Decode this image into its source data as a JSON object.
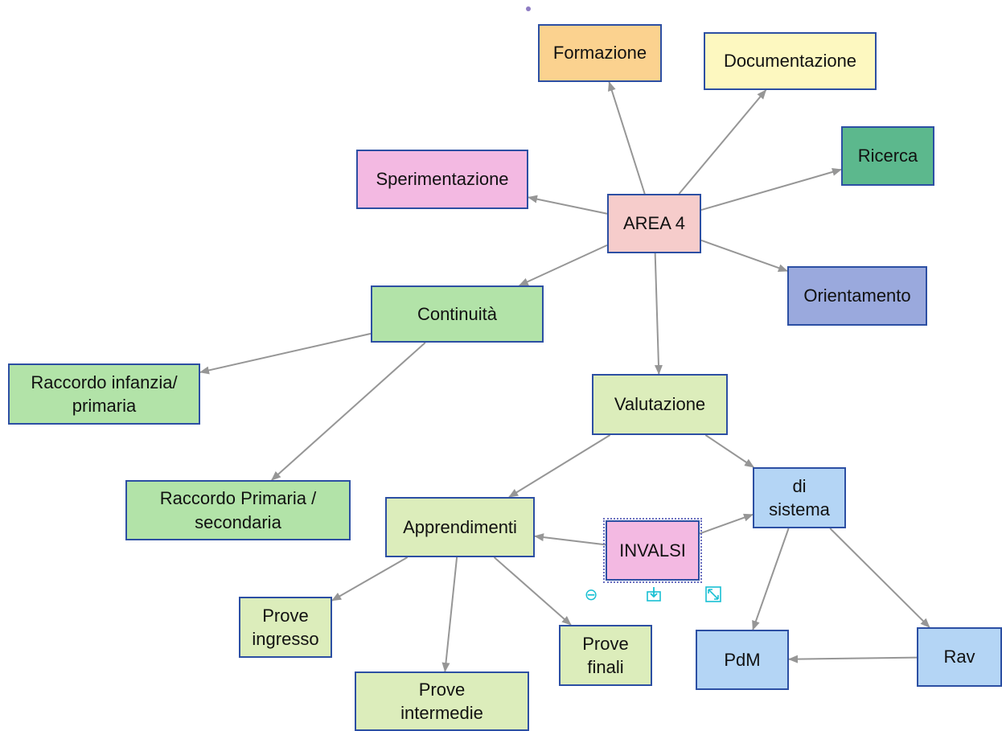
{
  "nodes": {
    "formazione": {
      "label": "Formazione",
      "color": "#fbd28f"
    },
    "documentazione": {
      "label": "Documentazione",
      "color": "#fdf8c0"
    },
    "ricerca": {
      "label": "Ricerca",
      "color": "#5cb88d"
    },
    "sperimentazione": {
      "label": "Sperimentazione",
      "color": "#f3b9e2"
    },
    "area4": {
      "label": "AREA 4",
      "color": "#f6cccb"
    },
    "orientamento": {
      "label": "Orientamento",
      "color": "#9aa9dd"
    },
    "continuita": {
      "label": "Continuità",
      "color": "#b2e3a8"
    },
    "raccordo_inf": {
      "label": "Raccordo infanzia/ primaria",
      "color": "#b2e3a8"
    },
    "raccordo_prim": {
      "label": "Raccordo Primaria / secondaria",
      "color": "#b2e3a8"
    },
    "valutazione": {
      "label": "Valutazione",
      "color": "#dcedbb"
    },
    "apprendimenti": {
      "label": "Apprendimenti",
      "color": "#dcedbb"
    },
    "invalsi": {
      "label": "INVALSI",
      "color": "#f3b9e2"
    },
    "di_sistema": {
      "label": "di sistema",
      "color": "#b4d5f5"
    },
    "prove_ingresso": {
      "label": "Prove ingresso",
      "color": "#dcedbb"
    },
    "prove_intermedie": {
      "label": "Prove intermedie",
      "color": "#dcedbb"
    },
    "prove_finali": {
      "label": "Prove finali",
      "color": "#dcedbb"
    },
    "pdm": {
      "label": "PdM",
      "color": "#b4d5f5"
    },
    "rav": {
      "label": "Rav",
      "color": "#b4d5f5"
    }
  },
  "edges": [
    [
      "area4",
      "formazione"
    ],
    [
      "area4",
      "documentazione"
    ],
    [
      "area4",
      "ricerca"
    ],
    [
      "area4",
      "sperimentazione"
    ],
    [
      "area4",
      "orientamento"
    ],
    [
      "area4",
      "continuita"
    ],
    [
      "area4",
      "valutazione"
    ],
    [
      "continuita",
      "raccordo_inf"
    ],
    [
      "continuita",
      "raccordo_prim"
    ],
    [
      "valutazione",
      "apprendimenti"
    ],
    [
      "valutazione",
      "di_sistema"
    ],
    [
      "invalsi",
      "apprendimenti"
    ],
    [
      "invalsi",
      "di_sistema"
    ],
    [
      "apprendimenti",
      "prove_ingresso"
    ],
    [
      "apprendimenti",
      "prove_intermedie"
    ],
    [
      "apprendimenti",
      "prove_finali"
    ],
    [
      "di_sistema",
      "pdm"
    ],
    [
      "di_sistema",
      "rav"
    ],
    [
      "rav",
      "pdm"
    ]
  ],
  "toolbar": {
    "zoom_icon": "zoom-out-icon",
    "download_icon": "download-icon",
    "fullscreen_icon": "fullscreen-icon"
  }
}
